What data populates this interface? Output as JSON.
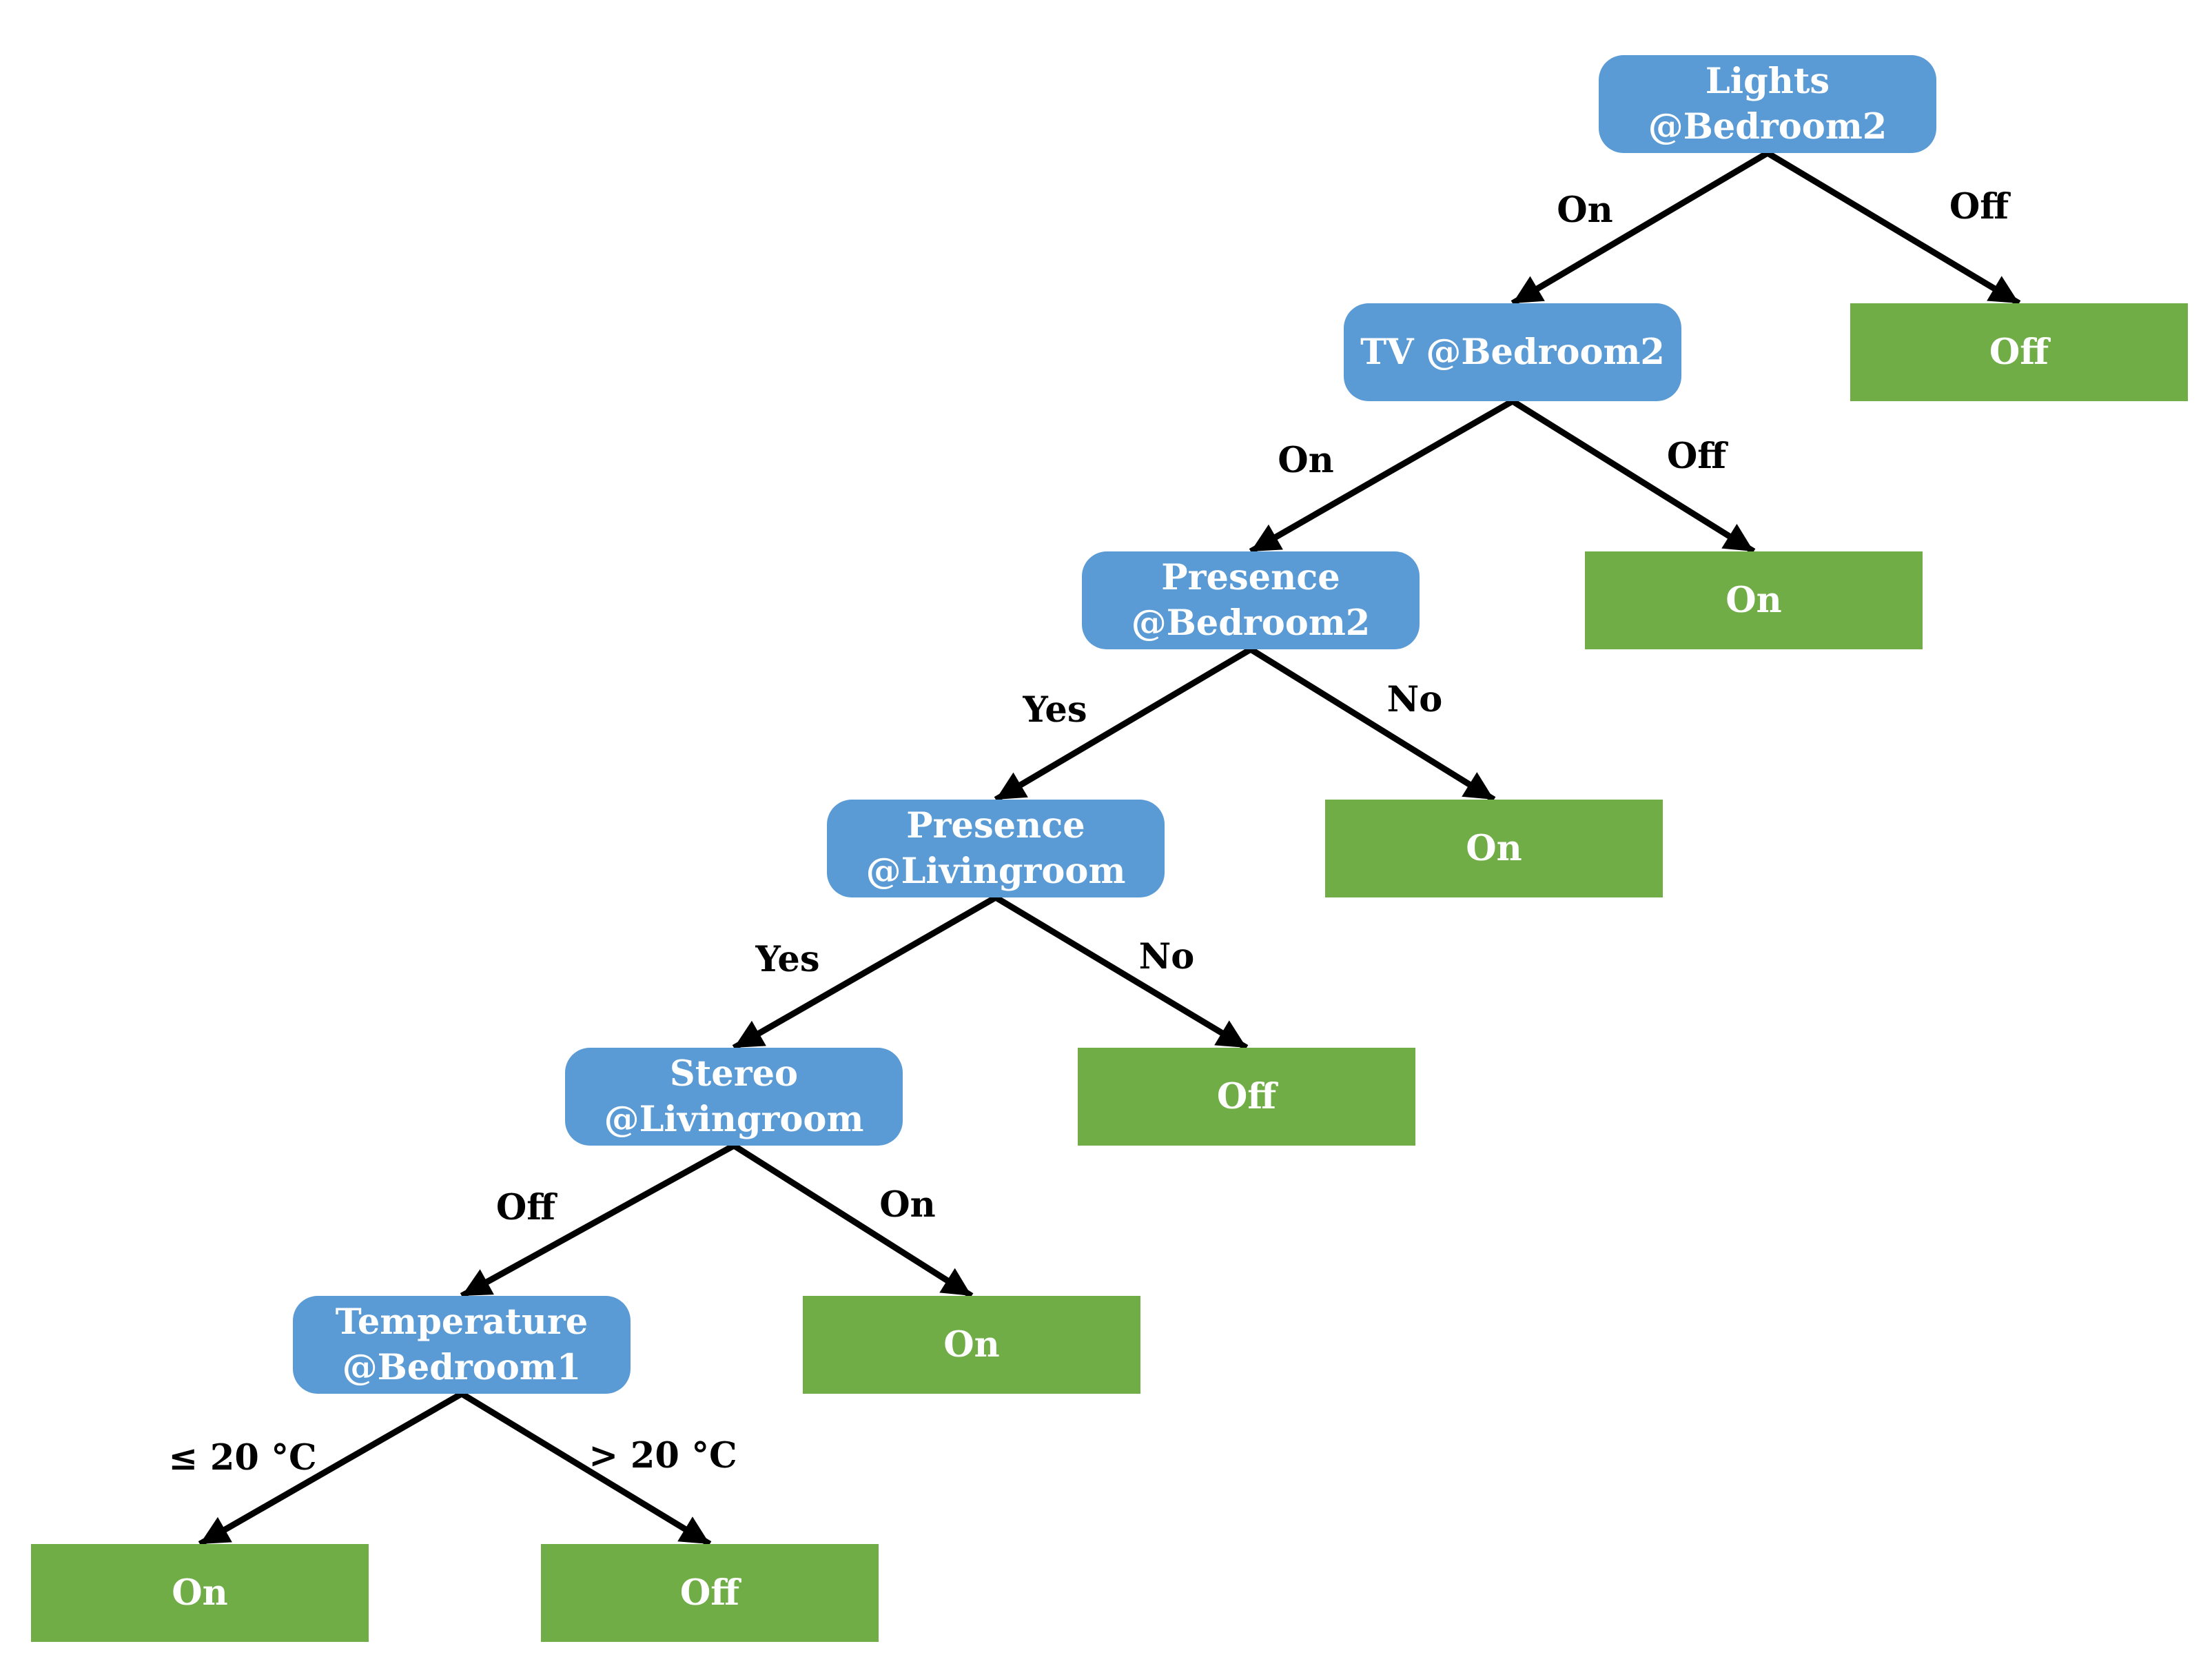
{
  "diagram": {
    "type": "decision-tree",
    "colors": {
      "decision_node_fill": "#5B9BD5",
      "leaf_node_fill": "#70AD47",
      "node_text": "#FFFFFF",
      "edge_line": "#000000",
      "edge_label_text": "#000000",
      "background": "#FFFFFF"
    },
    "nodes": [
      {
        "id": "lights",
        "type": "decision",
        "label": "Lights\n@Bedroom2"
      },
      {
        "id": "tv",
        "type": "decision",
        "label": "TV @Bedroom2"
      },
      {
        "id": "off_lights",
        "type": "leaf",
        "label": "Off"
      },
      {
        "id": "presence_bed2",
        "type": "decision",
        "label": "Presence\n@Bedroom2"
      },
      {
        "id": "on_tv",
        "type": "leaf",
        "label": "On"
      },
      {
        "id": "presence_living",
        "type": "decision",
        "label": "Presence\n@Livingroom"
      },
      {
        "id": "on_presence_bed2",
        "type": "leaf",
        "label": "On"
      },
      {
        "id": "stereo",
        "type": "decision",
        "label": "Stereo\n@Livingroom"
      },
      {
        "id": "off_presence_living",
        "type": "leaf",
        "label": "Off"
      },
      {
        "id": "temperature",
        "type": "decision",
        "label": "Temperature\n@Bedroom1"
      },
      {
        "id": "on_stereo",
        "type": "leaf",
        "label": "On"
      },
      {
        "id": "on_temp_low",
        "type": "leaf",
        "label": "On"
      },
      {
        "id": "off_temp_high",
        "type": "leaf",
        "label": "Off"
      }
    ],
    "edges": [
      {
        "from": "lights",
        "to": "tv",
        "label": "On"
      },
      {
        "from": "lights",
        "to": "off_lights",
        "label": "Off"
      },
      {
        "from": "tv",
        "to": "presence_bed2",
        "label": "On"
      },
      {
        "from": "tv",
        "to": "on_tv",
        "label": "Off"
      },
      {
        "from": "presence_bed2",
        "to": "presence_living",
        "label": "Yes"
      },
      {
        "from": "presence_bed2",
        "to": "on_presence_bed2",
        "label": "No"
      },
      {
        "from": "presence_living",
        "to": "stereo",
        "label": "Yes"
      },
      {
        "from": "presence_living",
        "to": "off_presence_living",
        "label": "No"
      },
      {
        "from": "stereo",
        "to": "temperature",
        "label": "Off"
      },
      {
        "from": "stereo",
        "to": "on_stereo",
        "label": "On"
      },
      {
        "from": "temperature",
        "to": "on_temp_low",
        "label": "≤ 20 °C"
      },
      {
        "from": "temperature",
        "to": "off_temp_high",
        "label": "> 20 °C"
      }
    ]
  }
}
